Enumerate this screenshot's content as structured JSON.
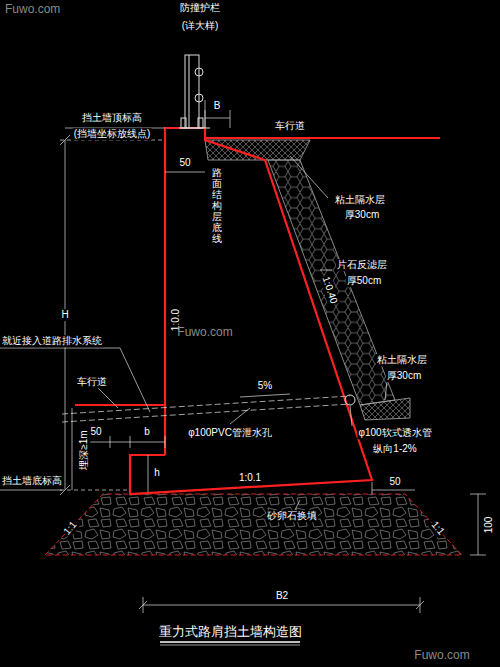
{
  "diagram": {
    "title": "重力式路肩挡土墙构造图",
    "labels": [
      "防撞护栏",
      "(详大样)",
      "挡土墙顶标高",
      "(挡墙坐标放线点)",
      "B",
      "车行道",
      "50",
      "路面结构层底线",
      "粘土隔水层",
      "厚30cm",
      "片石反滤层",
      "厚50cm",
      "1:0.0",
      "1:0.40",
      "H",
      "就近接入道路排水系统",
      "车行道",
      "5%",
      "粘土隔水层",
      "厚30cm",
      "φ100PVC管泄水孔",
      "φ100软式透水管",
      "纵向1-2%",
      "50",
      "b",
      "h",
      "埋深≥1m",
      "挡土墙底标高",
      "1:0.1",
      "50",
      "砂卵石换填",
      "1:1",
      "1:1",
      "100",
      "B2",
      "Fuwo.com",
      "Fuwo.com",
      "Fuwo.com"
    ]
  }
}
